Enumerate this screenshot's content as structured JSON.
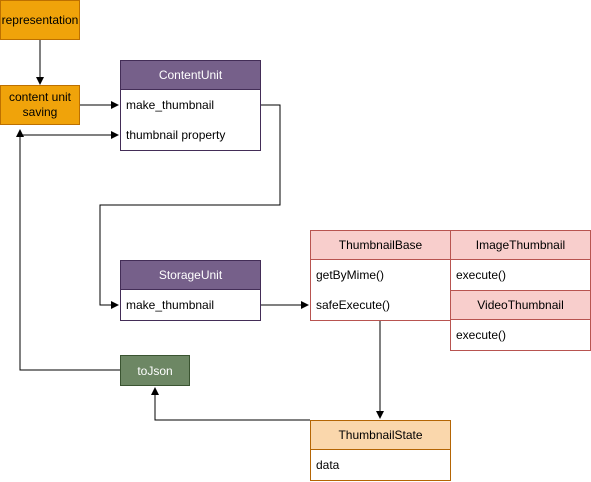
{
  "nodes": {
    "representation": "representation",
    "content_unit_saving": "content unit saving",
    "to_json": "toJson"
  },
  "content_unit": {
    "title": "ContentUnit",
    "rows": [
      "make_thumbnail",
      "thumbnail property"
    ]
  },
  "storage_unit": {
    "title": "StorageUnit",
    "rows": [
      "make_thumbnail"
    ]
  },
  "thumbnail_base": {
    "title": "ThumbnailBase",
    "rows": [
      "getByMime()",
      "safeExecute()"
    ]
  },
  "image_thumbnail": {
    "title": "ImageThumbnail",
    "rows": [
      "execute()"
    ]
  },
  "video_thumbnail": {
    "title": "VideoThumbnail",
    "rows": [
      "execute()"
    ]
  },
  "thumbnail_state": {
    "title": "ThumbnailState",
    "rows": [
      "data"
    ]
  },
  "colors": {
    "orange_fill": "#f0a30a",
    "purple_fill": "#76608a",
    "pink_fill": "#f8cecc",
    "peach_fill": "#fad7ac",
    "green_fill": "#6d8764",
    "edge": "#000000"
  }
}
